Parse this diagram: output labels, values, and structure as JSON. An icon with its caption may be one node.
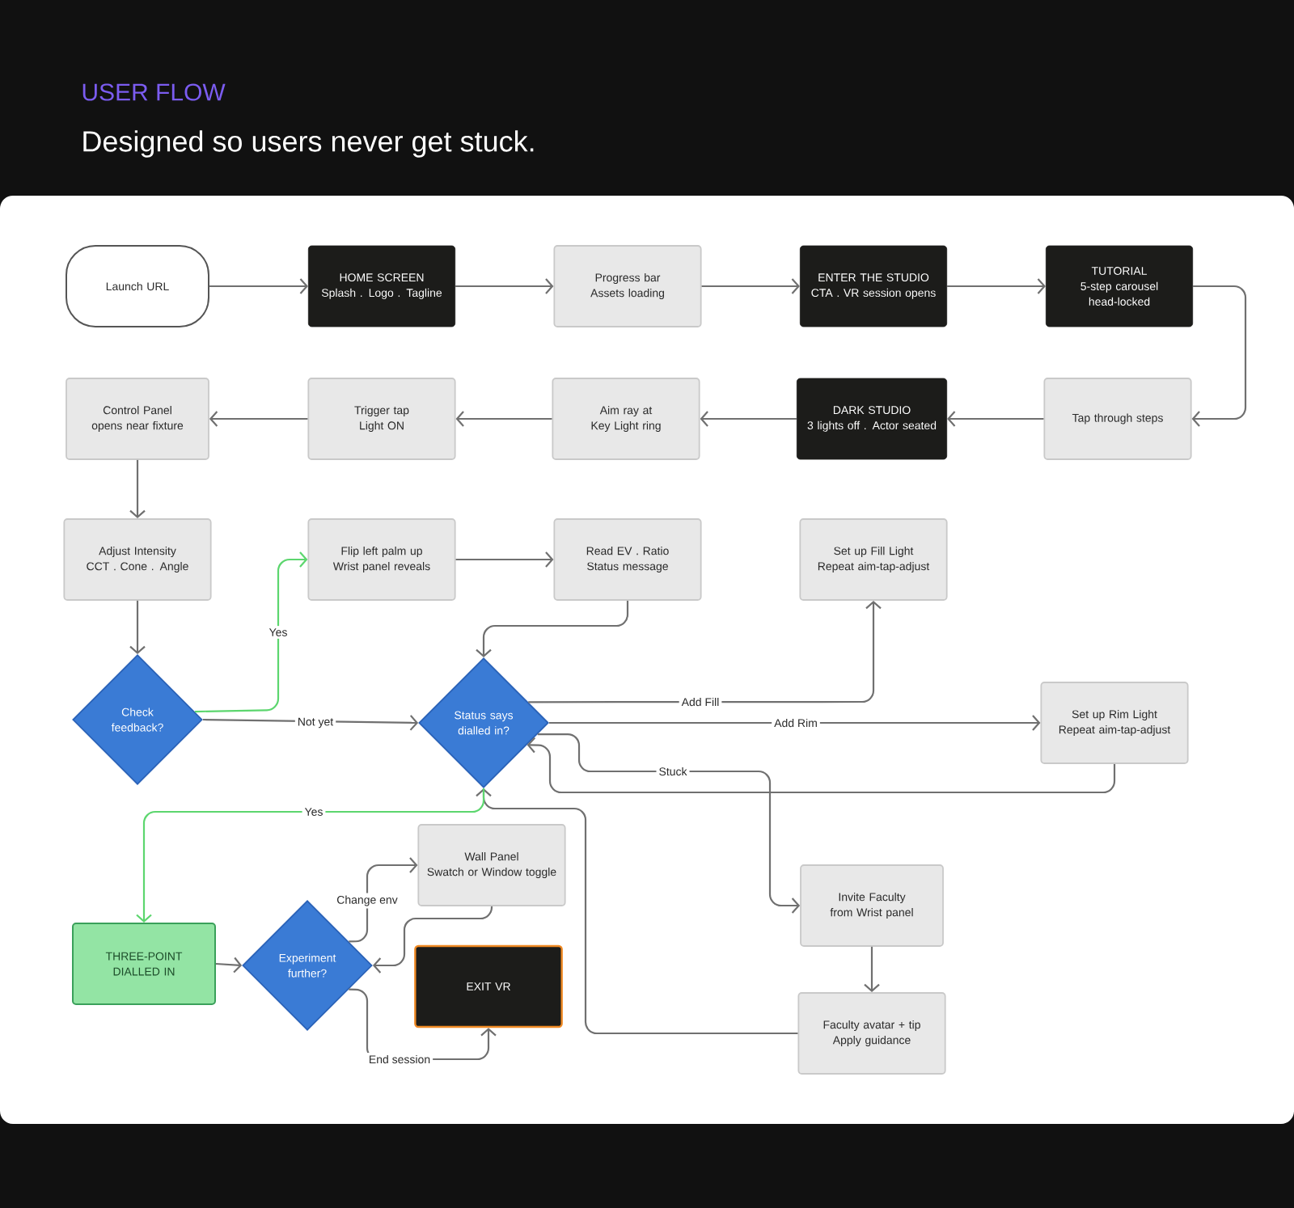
{
  "diagram": {
    "title": "USER FLOW",
    "caption": "Designed so users never get stuck.",
    "nodes": [
      {
        "text": [
          "Launch URL"
        ]
      },
      {
        "text": [
          "HOME SCREEN",
          "Splash . Logo . Tagline"
        ]
      },
      {
        "text": [
          "Progress bar",
          "Assets loading"
        ]
      },
      {
        "text": [
          "ENTER THE STUDIO",
          "CTA . VR session opens"
        ]
      },
      {
        "text": [
          "TUTORIAL",
          "5-step carousel",
          "head-locked"
        ]
      },
      {
        "text": [
          "Tap through steps"
        ]
      },
      {
        "text": [
          "DARK STUDIO",
          "3 lights off . Actor seated"
        ]
      },
      {
        "text": [
          "Aim ray at",
          "Key Light ring"
        ]
      },
      {
        "text": [
          "Trigger tap",
          "Light ON"
        ]
      },
      {
        "text": [
          "Control Panel opens near fixture"
        ]
      },
      {
        "text": [
          "Adjust Intensity",
          "CCT . Cone . Angle"
        ]
      },
      {
        "text": [
          "Check feedback?"
        ]
      },
      {
        "text": [
          "Flip left palm up",
          "Wrist panel reveals"
        ]
      },
      {
        "text": [
          "Read EV . Ratio",
          "Status message"
        ]
      },
      {
        "text": [
          "Set up Fill Light",
          "Repeat aim-tap-adjust"
        ]
      },
      {
        "text": [
          "Status says dialled in?"
        ]
      },
      {
        "text": [
          "Set up Rim Light",
          "Repeat aim-tap-adjust"
        ]
      },
      {
        "text": [
          "Invite Faculty from Wrist panel"
        ]
      },
      {
        "text": [
          "Faculty avatar + tip",
          "Apply guidance"
        ]
      },
      {
        "text": [
          "THREE-POINT DIALLED IN"
        ]
      },
      {
        "text": [
          "Experiment further?"
        ]
      },
      {
        "text": [
          "Wall Panel",
          "Swatch or Window toggle"
        ]
      },
      {
        "text": [
          "EXIT VR"
        ]
      }
    ],
    "edges": [
      {
        "from": 0,
        "to": 1,
        "arrow": "to"
      },
      {
        "from": 1,
        "to": 2,
        "arrow": "to"
      },
      {
        "from": 2,
        "to": 3,
        "arrow": "to"
      },
      {
        "from": 3,
        "to": 4,
        "arrow": "to"
      },
      {
        "from": 4,
        "to": 5,
        "arrow": "to"
      },
      {
        "from": 5,
        "to": 6,
        "arrow": "to"
      },
      {
        "from": 6,
        "to": 7,
        "arrow": "to"
      },
      {
        "from": 7,
        "to": 8,
        "arrow": "to"
      },
      {
        "from": 8,
        "to": 9,
        "arrow": "to"
      },
      {
        "from": 9,
        "to": 10,
        "arrow": "to"
      },
      {
        "from": 10,
        "to": 11,
        "arrow": "to"
      },
      {
        "from": 11,
        "to": 12,
        "arrow": "to",
        "label": "Yes",
        "color": "#5cd66e"
      },
      {
        "from": 11,
        "to": 15,
        "arrow": "to",
        "label": "Not yet"
      },
      {
        "from": 12,
        "to": 13,
        "arrow": "to"
      },
      {
        "from": 13,
        "to": 15,
        "arrow": "to"
      },
      {
        "from": 15,
        "to": 14,
        "arrow": "to",
        "label": "Add Fill"
      },
      {
        "from": 15,
        "to": 16,
        "arrow": "to",
        "label": "Add Rim"
      },
      {
        "from": 15,
        "to": 17,
        "arrow": "to",
        "label": "Stuck"
      },
      {
        "from": 16,
        "to": 15,
        "arrow": "to"
      },
      {
        "from": 17,
        "to": 18,
        "arrow": "to"
      },
      {
        "from": 18,
        "to": 15,
        "arrow": "to"
      },
      {
        "from": 15,
        "to": 19,
        "arrow": "to",
        "label": "Yes",
        "color": "#5cd66e"
      },
      {
        "from": 19,
        "to": 20,
        "arrow": "to"
      },
      {
        "from": 20,
        "to": 21,
        "arrow": "to",
        "label": "Change env"
      },
      {
        "from": 21,
        "to": 20,
        "arrow": "to"
      },
      {
        "from": 20,
        "to": 22,
        "arrow": "to",
        "label": "End session"
      }
    ]
  }
}
